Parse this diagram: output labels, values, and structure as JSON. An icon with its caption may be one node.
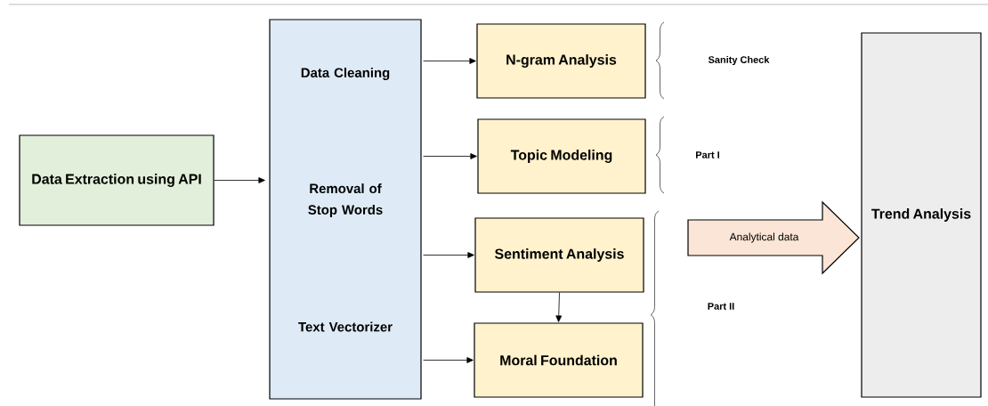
{
  "diagram": {
    "nodes": [
      {
        "text": [
          "Data Extraction using API"
        ]
      },
      {
        "text": [
          "Data Cleaning",
          "Removal of Stop Words",
          "Text Vectorizer"
        ]
      },
      {
        "text": [
          "N-gram Analysis"
        ]
      },
      {
        "text": [
          "Topic Modeling"
        ]
      },
      {
        "text": [
          "Sentiment Analysis"
        ]
      },
      {
        "text": [
          "Moral Foundation"
        ]
      },
      {
        "text": [
          "Analytical data"
        ]
      },
      {
        "text": [
          "Trend Analysis"
        ]
      }
    ],
    "edges": [
      {
        "from": 0,
        "to": 1,
        "arrow": "to"
      },
      {
        "from": 1,
        "to": 2,
        "arrow": "to"
      },
      {
        "from": 1,
        "to": 3,
        "arrow": "to"
      },
      {
        "from": 1,
        "to": 4,
        "arrow": "to"
      },
      {
        "from": 1,
        "to": 5,
        "arrow": "to"
      },
      {
        "from": 4,
        "to": 5,
        "arrow": "to"
      }
    ],
    "labels": [
      "Sanity Check",
      "Part I",
      "Part II"
    ]
  }
}
